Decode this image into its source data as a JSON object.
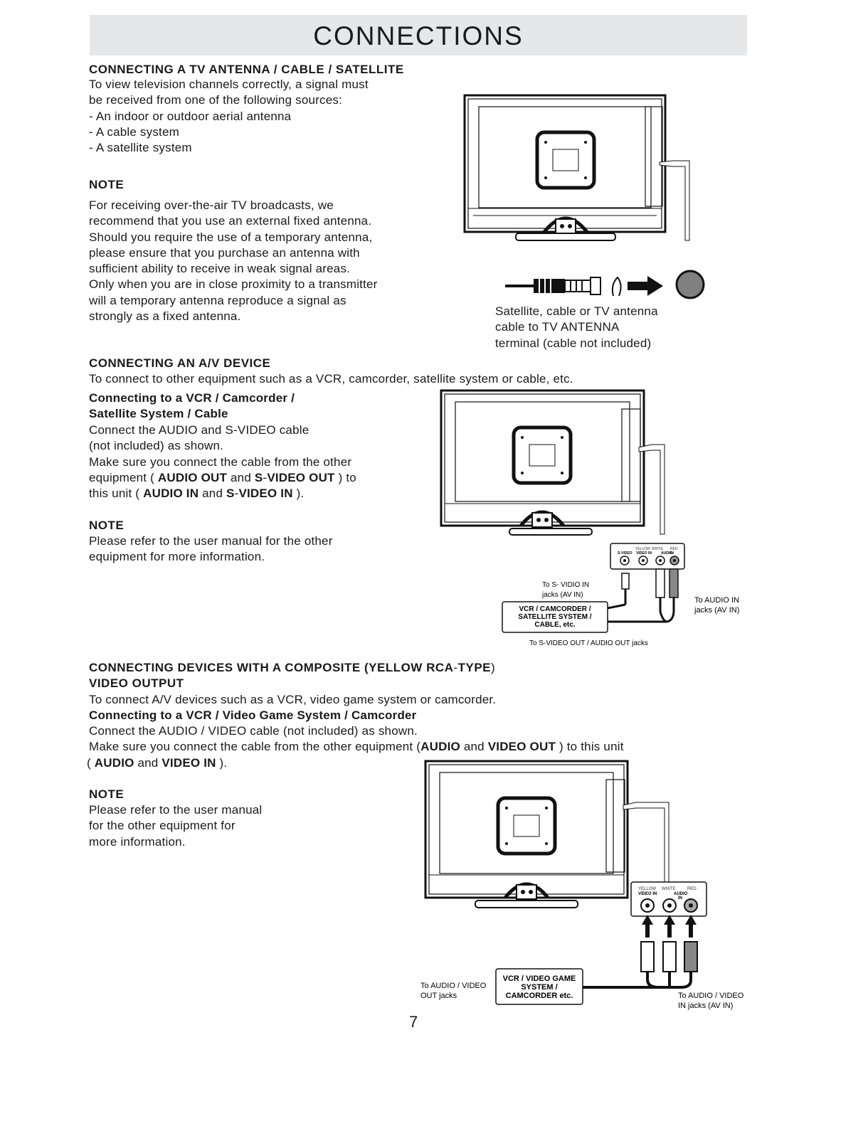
{
  "header": {
    "title": "CONNECTIONS"
  },
  "section1": {
    "heading": "CONNECTING A TV ANTENNA / CABLE / SATELLITE",
    "intro": [
      "To view television channels correctly, a signal must",
      "be received from one of the following sources:",
      "- An indoor or outdoor aerial antenna",
      "- A cable system",
      "- A satellite system"
    ],
    "note_heading": "NOTE",
    "note": [
      "For receiving over-the-air TV broadcasts, we",
      "recommend that you use an external fixed antenna.",
      "Should you require the use of a temporary antenna,",
      "please ensure that you purchase an antenna with",
      "sufficient ability to receive in weak signal areas.",
      "Only when you are in close proximity to a transmitter",
      "will a temporary antenna reproduce a signal as",
      "strongly as a fixed antenna."
    ],
    "caption": [
      "Satellite, cable or TV antenna",
      "cable to TV ANTENNA",
      "terminal (cable not included)"
    ]
  },
  "section2": {
    "heading": "CONNECTING AN A/V DEVICE",
    "intro": "To connect to other equipment such as a VCR, camcorder, satellite system or cable, etc.",
    "subheading": [
      "Connecting to a VCR / Camcorder /",
      "Satellite System / Cable"
    ],
    "body": [
      "Connect the AUDIO and S-VIDEO cable",
      "(not included) as shown.",
      "Make sure you connect the cable from the other"
    ],
    "line4": {
      "a": "equipment ( ",
      "b": "AUDIO OUT",
      "c": "  and ",
      "d": "S",
      "e": "-",
      "f": "VIDEO OUT",
      "g": "  ) to"
    },
    "line5": {
      "a": "this unit (  ",
      "b": "AUDIO IN",
      "c": "  and ",
      "d": "S",
      "e": "-",
      "f": "VIDEO IN",
      "g": "  )."
    },
    "note_heading": "NOTE",
    "note": [
      "Please refer to the user manual for the other",
      "equipment for more information."
    ],
    "diagram": {
      "panel_color_labels": [
        "YELLOW",
        "WHITE",
        "RED"
      ],
      "panel_jack_labels": [
        "S-VIDEO",
        "VIDEO IN",
        "AUDIO",
        "IN"
      ],
      "label_svideo": [
        "To S- VIDIO IN",
        "jacks (AV IN)"
      ],
      "label_audio": [
        "To AUDIO IN",
        "jacks (AV IN)"
      ],
      "device_box": [
        "VCR / CAMCORDER  /",
        "SATELLITE SYSTEM /",
        "CABLE,  etc."
      ],
      "bottom_label": "To S-VIDEO OUT / AUDIO OUT jacks"
    }
  },
  "section3": {
    "heading1": {
      "a": "CONNECTING DEVICES WITH A COMPOSITE (YELLOW RCA",
      "b": "-",
      "c": "TYPE",
      "d": ")"
    },
    "heading2": "VIDEO OUTPUT",
    "intro": "To connect A/V devices such as a VCR, video game system or camcorder.",
    "subheading": "Connecting to a VCR / Video Game System / Camcorder",
    "body1": "Connect the AUDIO / VIDEO cable (not included) as shown.",
    "line2": {
      "a": "Make sure you connect the cable from the other equipment (",
      "b": "AUDIO",
      "c": "  and ",
      "d": "VIDEO OUT",
      "e": "  ) to this unit"
    },
    "line3": {
      "a": "( ",
      "b": "AUDIO",
      "c": "  and  ",
      "d": "VIDEO IN",
      "e": "  )."
    },
    "note_heading": "NOTE",
    "note": [
      "Please refer to the user manual",
      "for the other equipment for",
      "more information."
    ],
    "diagram": {
      "panel_color_labels": [
        "YELLOW",
        "WHITE",
        "RED"
      ],
      "panel_jack_labels": [
        "VIDEO IN",
        "AUDIO",
        "IN"
      ],
      "label_out": [
        "To AUDIO / VIDEO",
        "OUT jacks"
      ],
      "label_in": [
        "To AUDIO / VIDEO",
        "IN jacks (AV IN)"
      ],
      "device_box": [
        "VCR / VIDEO GAME",
        "SYSTEM /",
        "CAMCORDER etc."
      ]
    }
  },
  "footer": {
    "page_number": "7"
  }
}
